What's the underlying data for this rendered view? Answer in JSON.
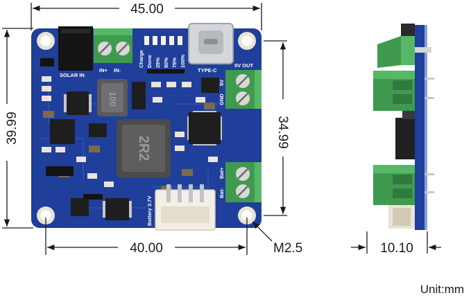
{
  "dimensions": {
    "width_top": "45.00",
    "width_bottom": "40.00",
    "height_left": "39.99",
    "height_right": "34.99",
    "thickness": "10.10",
    "hole": "M2.5"
  },
  "unit": "Unit:mm",
  "silkscreen": {
    "solar_in": "SOLAR IN",
    "in_plus": "IN+",
    "in_minus": "IN-",
    "charge": "Charge",
    "done": "Done",
    "pct_25": "25%",
    "pct_50": "50%",
    "pct_75": "75%",
    "pct_100": "100%",
    "type_c": "TYPE-C",
    "out_5v": "5V OUT",
    "v5": "5V",
    "gnd": "GND",
    "battery": "Battery 3.7V",
    "bat_plus": "Bat+",
    "bat_minus": "Bat-",
    "inductor_small": "100",
    "inductor_large": "2R2"
  },
  "colors": {
    "pcb": "#1f3f9a",
    "terminal": "#3f9a4f",
    "connector": "#f3efe6",
    "chip": "#1e1e1e"
  }
}
